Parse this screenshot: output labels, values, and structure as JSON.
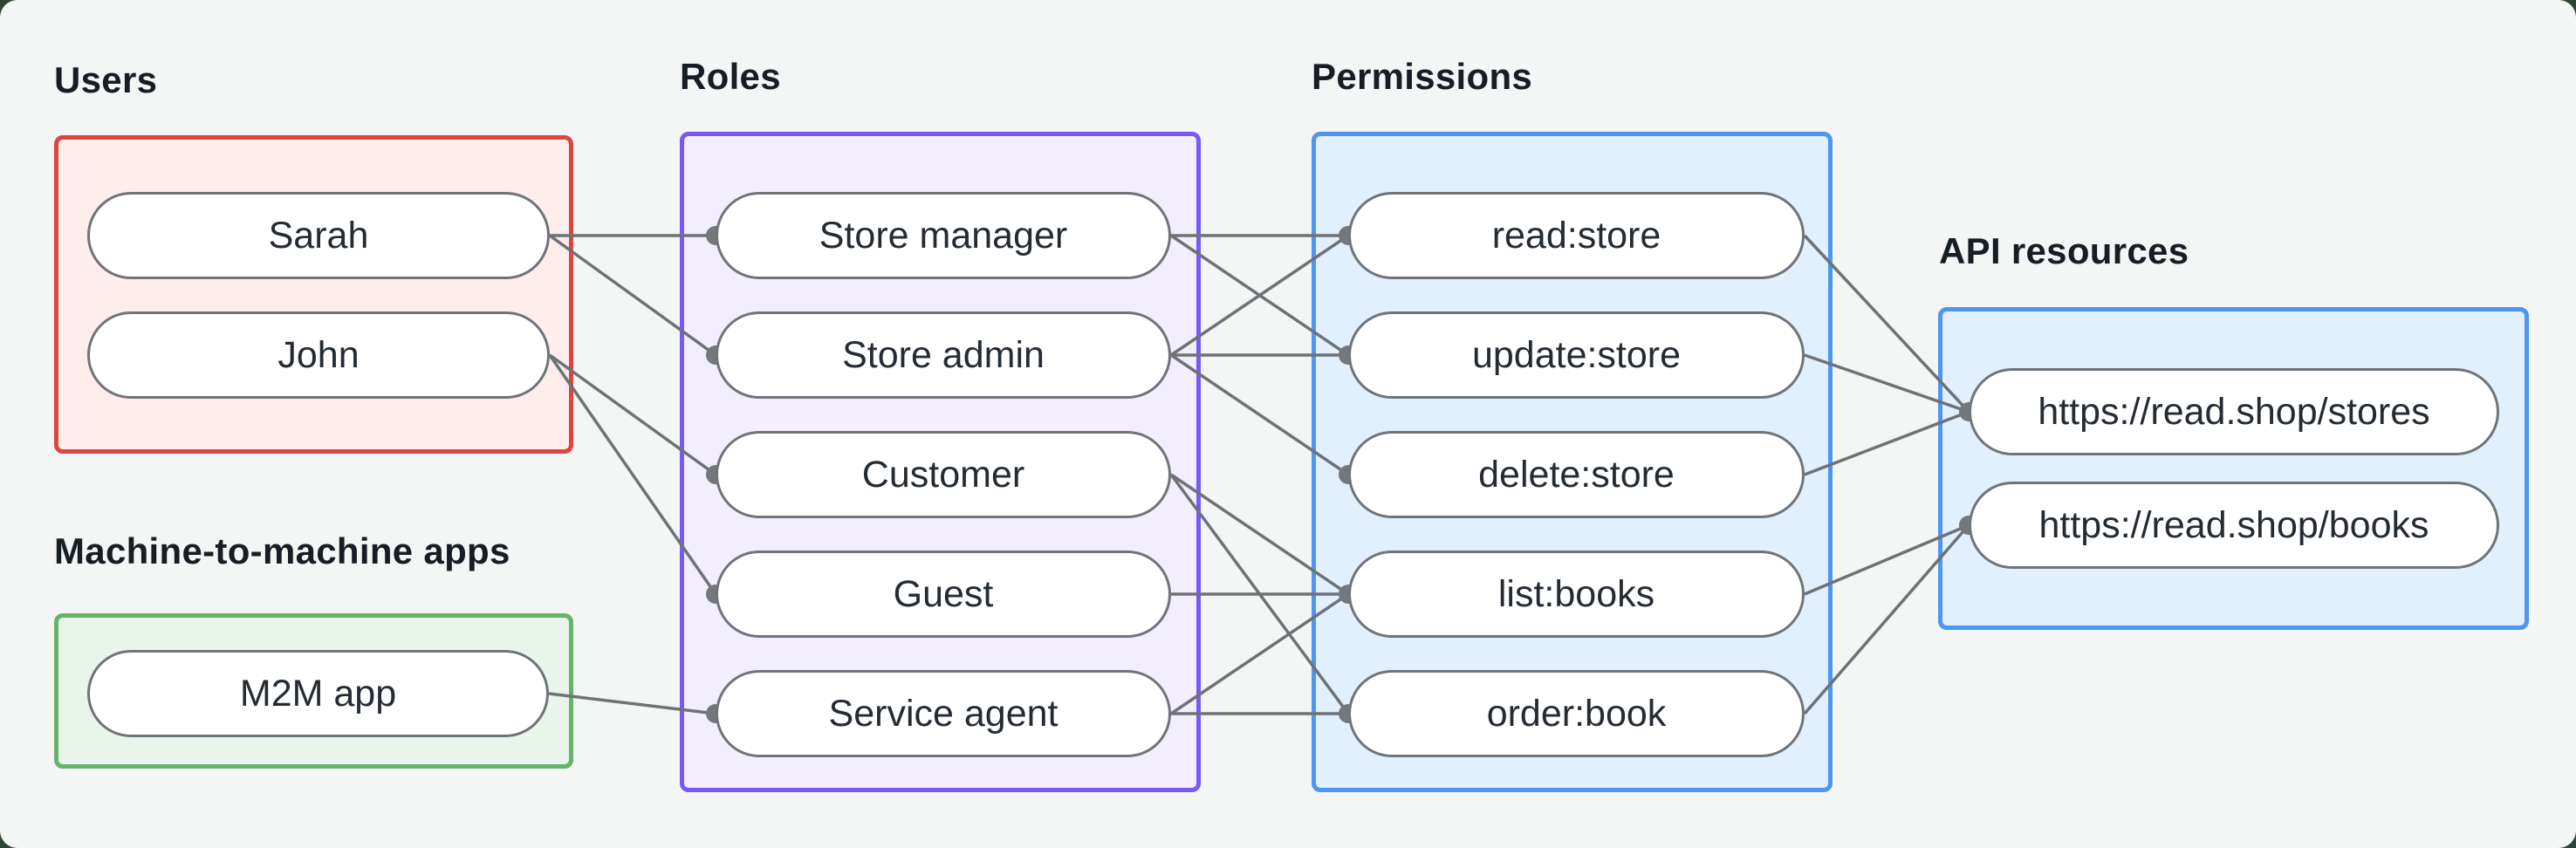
{
  "page": {
    "canvas_background": "#f4f6f5",
    "backdrop_color": "#2e4434"
  },
  "style": {
    "line_color": "#6e7276",
    "dot_color": "#74787c",
    "pill_border": "#6f7479",
    "pill_fill": "#ffffff",
    "text_color": "#242b33"
  },
  "groups": [
    {
      "id": "users",
      "label": "Users",
      "border": "#e0443e",
      "fill": "#fdeeec"
    },
    {
      "id": "m2m",
      "label": "Machine-to-machine apps",
      "border": "#64b569",
      "fill": "#e9f5ea"
    },
    {
      "id": "roles",
      "label": "Roles",
      "border": "#7a58f4",
      "fill": "#f3eefe"
    },
    {
      "id": "permissions",
      "label": "Permissions",
      "border": "#4d97f2",
      "fill": "#e2effc"
    },
    {
      "id": "api",
      "label": "API resources",
      "border": "#4d97f2",
      "fill": "#e2effc"
    }
  ],
  "nodes": {
    "sarah": {
      "label": "Sarah",
      "group": "users"
    },
    "john": {
      "label": "John",
      "group": "users"
    },
    "m2m_app": {
      "label": "M2M app",
      "group": "m2m"
    },
    "store_manager": {
      "label": "Store manager",
      "group": "roles"
    },
    "store_admin": {
      "label": "Store admin",
      "group": "roles"
    },
    "customer": {
      "label": "Customer",
      "group": "roles"
    },
    "guest": {
      "label": "Guest",
      "group": "roles"
    },
    "service_agent": {
      "label": "Service agent",
      "group": "roles"
    },
    "read_store": {
      "label": "read:store",
      "group": "permissions"
    },
    "update_store": {
      "label": "update:store",
      "group": "permissions"
    },
    "delete_store": {
      "label": "delete:store",
      "group": "permissions"
    },
    "list_books": {
      "label": "list:books",
      "group": "permissions"
    },
    "order_book": {
      "label": "order:book",
      "group": "permissions"
    },
    "stores_api": {
      "label": "https://read.shop/stores",
      "group": "api"
    },
    "books_api": {
      "label": "https://read.shop/books",
      "group": "api"
    }
  },
  "edges": [
    {
      "from": "sarah",
      "to": "store_manager"
    },
    {
      "from": "sarah",
      "to": "store_admin"
    },
    {
      "from": "john",
      "to": "customer"
    },
    {
      "from": "john",
      "to": "guest"
    },
    {
      "from": "m2m_app",
      "to": "service_agent"
    },
    {
      "from": "store_manager",
      "to": "read_store"
    },
    {
      "from": "store_manager",
      "to": "update_store"
    },
    {
      "from": "store_admin",
      "to": "read_store"
    },
    {
      "from": "store_admin",
      "to": "update_store"
    },
    {
      "from": "store_admin",
      "to": "delete_store"
    },
    {
      "from": "customer",
      "to": "list_books"
    },
    {
      "from": "customer",
      "to": "order_book"
    },
    {
      "from": "guest",
      "to": "list_books"
    },
    {
      "from": "service_agent",
      "to": "list_books"
    },
    {
      "from": "service_agent",
      "to": "order_book"
    },
    {
      "from": "read_store",
      "to": "stores_api"
    },
    {
      "from": "update_store",
      "to": "stores_api"
    },
    {
      "from": "delete_store",
      "to": "stores_api"
    },
    {
      "from": "list_books",
      "to": "books_api"
    },
    {
      "from": "order_book",
      "to": "books_api"
    }
  ]
}
